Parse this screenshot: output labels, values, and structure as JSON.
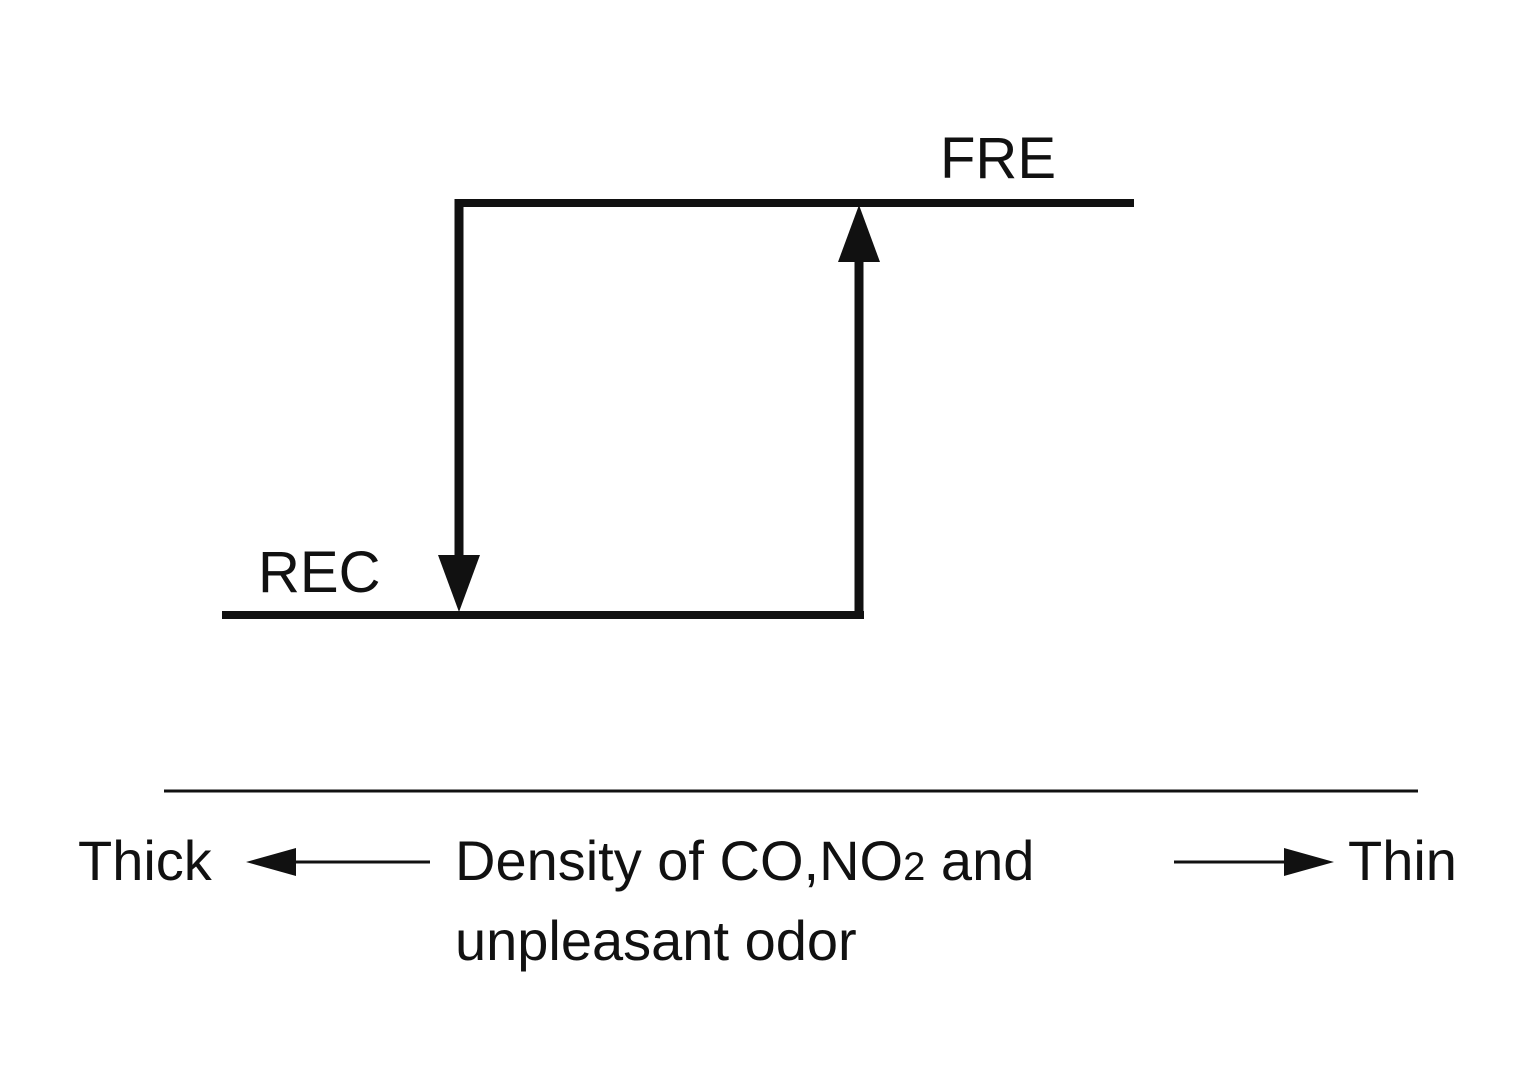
{
  "states": {
    "upper": "FRE",
    "lower": "REC"
  },
  "axis": {
    "left_end": "Thick",
    "right_end": "Thin",
    "caption_line1_main": "Density of CO,NO",
    "caption_line1_sub": "2",
    "caption_line1_tail": " and",
    "caption_line2": "unpleasant odor"
  },
  "colors": {
    "ink": "#111111",
    "background": "#ffffff"
  }
}
